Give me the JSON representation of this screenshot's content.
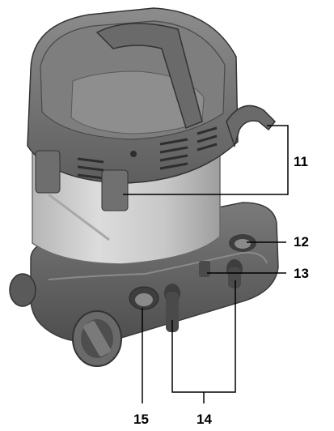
{
  "callouts": {
    "c11": "11",
    "c12": "12",
    "c13": "13",
    "c14": "14",
    "c15": "15"
  },
  "colors": {
    "dark_housing": "#565656",
    "mid_housing": "#7a7a7a",
    "light_housing": "#9a9a9a",
    "container": "#c4c4c4",
    "leader": "#000000"
  }
}
